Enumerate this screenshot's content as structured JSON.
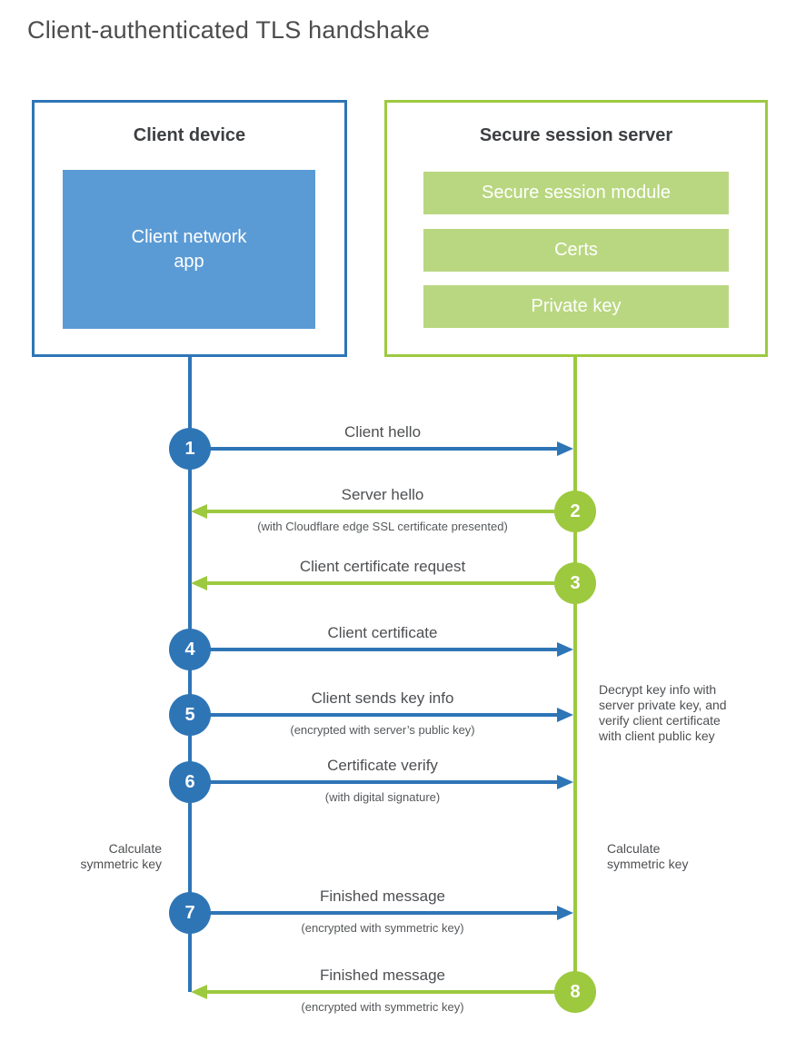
{
  "title": "Client-authenticated TLS handshake",
  "colors": {
    "client_blue": "#2e75b6",
    "client_blue_light": "#5b9bd5",
    "server_green": "#9dc93f",
    "server_green_light": "#b9d780",
    "heading_text": "#3d3f42",
    "label_text": "#4d4f52",
    "white_text": "#ffffff"
  },
  "client_box": {
    "heading": "Client device",
    "app_label": "Client network app"
  },
  "server_box": {
    "heading": "Secure session server",
    "modules": [
      "Secure session module",
      "Certs",
      "Private key"
    ]
  },
  "steps": [
    {
      "num": "1",
      "from": "client",
      "direction": "right",
      "label": "Client hello",
      "sub": ""
    },
    {
      "num": "2",
      "from": "server",
      "direction": "left",
      "label": "Server hello",
      "sub": "(with Cloudflare edge SSL certificate presented)"
    },
    {
      "num": "3",
      "from": "server",
      "direction": "left",
      "label": "Client certificate request",
      "sub": ""
    },
    {
      "num": "4",
      "from": "client",
      "direction": "right",
      "label": "Client certificate",
      "sub": ""
    },
    {
      "num": "5",
      "from": "client",
      "direction": "right",
      "label": "Client sends key info",
      "sub": "(encrypted with server’s public key)"
    },
    {
      "num": "6",
      "from": "client",
      "direction": "right",
      "label": "Certificate verify",
      "sub": "(with digital signature)"
    },
    {
      "num": "7",
      "from": "client",
      "direction": "right",
      "label": "Finished message",
      "sub": "(encrypted with symmetric key)"
    },
    {
      "num": "8",
      "from": "server",
      "direction": "left",
      "label": "Finished message",
      "sub": "(encrypted with symmetric key)"
    }
  ],
  "annotations": {
    "decrypt": {
      "lines": [
        "Decrypt key info with",
        "server private key, and",
        "verify client certificate",
        "with client public key"
      ]
    },
    "calc_left": {
      "lines": [
        "Calculate",
        "symmetric key"
      ]
    },
    "calc_right": {
      "lines": [
        "Calculate",
        "symmetric key"
      ]
    }
  }
}
